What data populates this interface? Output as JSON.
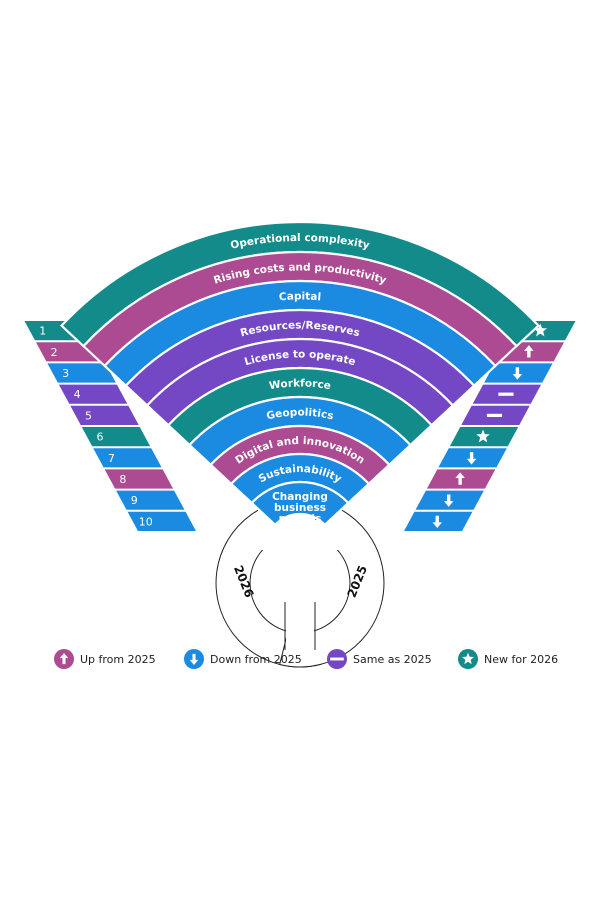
{
  "colors": {
    "teal": "#138B8A",
    "magenta": "#AC4A92",
    "blue": "#1A8BE0",
    "purple": "#7447C4"
  },
  "ranks": [
    {
      "rank": "1",
      "label": "Operational complexity",
      "color": "teal",
      "change": "new"
    },
    {
      "rank": "2",
      "label": "Rising costs and productivity",
      "color": "magenta",
      "change": "up"
    },
    {
      "rank": "3",
      "label": "Capital",
      "color": "blue",
      "change": "down"
    },
    {
      "rank": "4",
      "label": "Resources/Reserves",
      "color": "purple",
      "change": "same"
    },
    {
      "rank": "5",
      "label": "License to operate",
      "color": "purple",
      "change": "same"
    },
    {
      "rank": "6",
      "label": "Workforce",
      "color": "teal",
      "change": "new"
    },
    {
      "rank": "7",
      "label": "Geopolitics",
      "color": "blue",
      "change": "down"
    },
    {
      "rank": "8",
      "label": "Digital and innovation",
      "color": "magenta",
      "change": "up"
    },
    {
      "rank": "9",
      "label": "Sustainability",
      "color": "blue",
      "change": "down"
    },
    {
      "rank": "10",
      "label": [
        "Changing",
        "business",
        "models"
      ],
      "color": "blue",
      "change": "down"
    }
  ],
  "years": {
    "left": "2026",
    "right": "2025"
  },
  "legend": [
    {
      "key": "up",
      "label": "Up from 2025",
      "color": "magenta",
      "icon": "arrow-up-icon"
    },
    {
      "key": "down",
      "label": "Down from 2025",
      "color": "blue",
      "icon": "arrow-down-icon"
    },
    {
      "key": "same",
      "label": "Same as 2025",
      "color": "purple",
      "icon": "dash-icon"
    },
    {
      "key": "new",
      "label": "New for 2026",
      "color": "teal",
      "icon": "star-icon"
    }
  ]
}
